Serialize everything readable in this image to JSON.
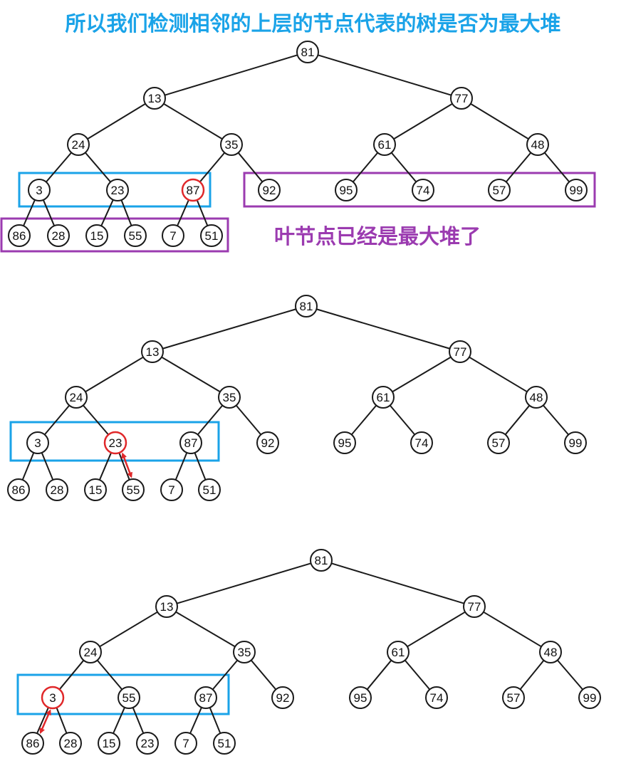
{
  "title": "所以我们检测相邻的上层的节点代表的树是否为最大堆",
  "leaf_note": "叶节点已经是最大堆了",
  "colors": {
    "blue_box": "#1aa3e8",
    "purple_box": "#9b3bb0",
    "highlight": "#e0282a",
    "edge": "#1a1a1a"
  },
  "trees": [
    {
      "nodes": [
        "81",
        "13",
        "77",
        "24",
        "35",
        "61",
        "48",
        "3",
        "23",
        "87",
        "92",
        "95",
        "74",
        "57",
        "99",
        "86",
        "28",
        "15",
        "55",
        "7",
        "51"
      ],
      "highlight": [
        "87"
      ],
      "swap_arrow": null
    },
    {
      "nodes": [
        "81",
        "13",
        "77",
        "24",
        "35",
        "61",
        "48",
        "3",
        "23",
        "87",
        "92",
        "95",
        "74",
        "57",
        "99",
        "86",
        "28",
        "15",
        "55",
        "7",
        "51"
      ],
      "highlight": [
        "23"
      ],
      "swap_arrow": [
        "23",
        "55"
      ]
    },
    {
      "nodes": [
        "81",
        "13",
        "77",
        "24",
        "35",
        "61",
        "48",
        "3",
        "55",
        "87",
        "92",
        "95",
        "74",
        "57",
        "99",
        "86",
        "28",
        "15",
        "23",
        "7",
        "51"
      ],
      "highlight": [
        "3"
      ],
      "swap_arrow": [
        "3",
        "86"
      ]
    }
  ]
}
